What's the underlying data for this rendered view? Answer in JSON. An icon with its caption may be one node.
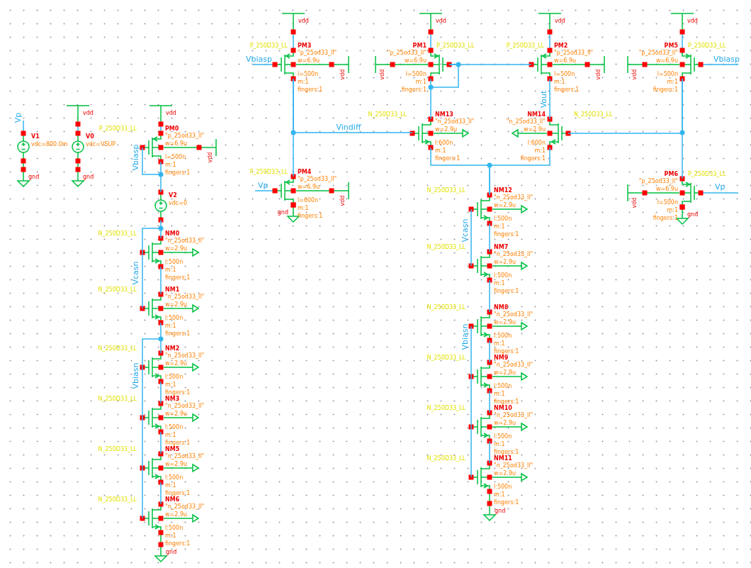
{
  "diagram": {
    "nodes": [
      {
        "text": [],
        "shape": "circle",
        "beside": [
          "V1",
          "vdc=800.0m"
        ]
      },
      {
        "text": [],
        "shape": "circle",
        "beside": [
          "V0",
          "vdc=VSUP"
        ]
      },
      {
        "text": [],
        "shape": "transistor",
        "beside": [
          "P_250D33_LL",
          "PM0",
          "\"p_25od33_ll\"",
          "w=6.9u",
          "l=500n",
          "m:1",
          "fingers:1"
        ]
      },
      {
        "text": [],
        "shape": "circle",
        "beside": [
          "V2",
          "vdc=0"
        ]
      },
      {
        "text": [],
        "shape": "transistor",
        "beside": [
          "N_250D33_LL",
          "NM0",
          "\"n_25od33_ll\"",
          "w=2.9u",
          "l:500n",
          "m:1",
          "fingers:1"
        ]
      },
      {
        "text": [],
        "shape": "transistor",
        "beside": [
          "N_250D33_LL",
          "NM1",
          "\"n_25od33_ll\"",
          "w=2.9u",
          "l:500n",
          "m:1",
          "fingers:1"
        ]
      },
      {
        "text": [],
        "shape": "transistor",
        "beside": [
          "N_250D33_LL",
          "NM2",
          "\"n_25od33_ll\"",
          "w=2.9u",
          "l:500n",
          "m:1",
          "fingers:1"
        ]
      },
      {
        "text": [],
        "shape": "transistor",
        "beside": [
          "N_250D33_LL",
          "NM3",
          "\"n_25od33_ll\"",
          "w=2.9u",
          "l:500n",
          "m:1",
          "fingers:1"
        ]
      },
      {
        "text": [],
        "shape": "transistor",
        "beside": [
          "N_250D33_LL",
          "NM5",
          "\"n_25od33_ll\"",
          "w=2.9u",
          "l:500n",
          "m:1",
          "fingers:1"
        ]
      },
      {
        "text": [],
        "shape": "transistor",
        "beside": [
          "N_250D33_LL",
          "NM6",
          "\"n_25od33_ll\"",
          "w=2.9u",
          "l:500n",
          "m:1",
          "fingers:1"
        ]
      },
      {
        "text": [],
        "shape": "transistor",
        "beside": [
          "P_250D33_LL",
          "PM3",
          "\"p_25od33_ll\"",
          "w=6.9u",
          "l=500n",
          "m:1",
          "fingers:1"
        ]
      },
      {
        "text": [],
        "shape": "transistor",
        "beside": [
          "P_250D33_LL",
          "PM1",
          "\"p_25od33_ll\"",
          "w=6.9u",
          "l=500n",
          "m:1",
          "fingers:1"
        ]
      },
      {
        "text": [],
        "shape": "transistor",
        "beside": [
          "P_250D33_LL",
          "PM2",
          "\"p_25od33_ll\"",
          "w=6.9u",
          "l=500n",
          "m:1",
          "fingers:1"
        ]
      },
      {
        "text": [],
        "shape": "transistor",
        "beside": [
          "P_250D33_LL",
          "PM5",
          "\"p_25od33_ll\"",
          "w=6.9u",
          "l=500n",
          "m:1",
          "fingers:1"
        ]
      },
      {
        "text": [],
        "shape": "transistor",
        "beside": [
          "N_250D33_LL",
          "NM13",
          "\"n_25od33_ll\"",
          "w=2.9u",
          "l:600n",
          "m:1",
          "fingers:1"
        ]
      },
      {
        "text": [],
        "shape": "transistor",
        "beside": [
          "N_250D33_LL",
          "NM14",
          "\"n_25od33_ll\"",
          "w=2.9u",
          "l:600n",
          "m:1",
          "fingers:1"
        ]
      },
      {
        "text": [],
        "shape": "transistor",
        "beside": [
          "P_250D33_LL",
          "PM4",
          "\"p_25od33_ll\"",
          "w=6.9u",
          "l=600n",
          "m:1",
          "fingers:1"
        ]
      },
      {
        "text": [],
        "shape": "transistor",
        "beside": [
          "P_250D33_LL",
          "PM6",
          "\"p_25od33_ll\"",
          "w=6.9u",
          "l=500n",
          "m:1",
          "fingers:1"
        ]
      },
      {
        "text": [],
        "shape": "transistor",
        "beside": [
          "N_250D33_LL",
          "NM12",
          "\"n_25od33_ll\"",
          "w=2.9u",
          "l:500n",
          "m:1",
          "fingers:1"
        ]
      },
      {
        "text": [],
        "shape": "transistor",
        "beside": [
          "N_250D33_LL",
          "NM7",
          "\"n_25od33_ll\"",
          "w=2.9u",
          "l:500n",
          "m:1",
          "fingers:1"
        ]
      },
      {
        "text": [],
        "shape": "transistor",
        "beside": [
          "N_250D33_LL",
          "NM8",
          "\"n_25od33_ll\"",
          "w=2.9u",
          "l:500n",
          "m:1",
          "fingers:1"
        ]
      },
      {
        "text": [],
        "shape": "transistor",
        "beside": [
          "N_250D33_LL",
          "NM9",
          "\"n_25od33_ll\"",
          "w=2.9u",
          "l:500n",
          "m:1",
          "fingers:1"
        ]
      },
      {
        "text": [],
        "shape": "transistor",
        "beside": [
          "N_250D33_LL",
          "NM10",
          "\"n_25od33_ll\"",
          "w=2.9u",
          "l:500n",
          "m:1",
          "fingers:1"
        ]
      },
      {
        "text": [],
        "shape": "transistor",
        "beside": [
          "N_250D33_LL",
          "NM11",
          "\"n_25od33_ll\"",
          "w=2.9u",
          "l:500n",
          "m:1",
          "fingers:1"
        ]
      }
    ],
    "edges": [
      {
        "from": 2,
        "to": 3,
        "arrow": "none"
      },
      {
        "from": 3,
        "to": 4,
        "arrow": "none"
      },
      {
        "from": 4,
        "to": 5,
        "arrow": "none"
      },
      {
        "from": 4,
        "to": 5,
        "arrow": "none"
      },
      {
        "from": 5,
        "to": 6,
        "arrow": "none"
      },
      {
        "from": 6,
        "to": 7,
        "arrow": "none"
      },
      {
        "from": 6,
        "to": 7,
        "arrow": "none"
      },
      {
        "from": 7,
        "to": 8,
        "arrow": "none"
      },
      {
        "from": 7,
        "to": 8,
        "arrow": "none"
      },
      {
        "from": 8,
        "to": 9,
        "arrow": "none"
      },
      {
        "from": 8,
        "to": 9,
        "arrow": "none"
      },
      {
        "from": 10,
        "to": 16,
        "arrow": "none"
      },
      {
        "from": 10,
        "to": 14,
        "arrow": "none"
      },
      {
        "from": 11,
        "to": 14,
        "arrow": "none"
      },
      {
        "from": 11,
        "to": 12,
        "arrow": "none"
      },
      {
        "from": 12,
        "to": 15,
        "arrow": "none"
      },
      {
        "from": 13,
        "to": 17,
        "arrow": "none"
      },
      {
        "from": 13,
        "to": 15,
        "arrow": "none"
      },
      {
        "from": 14,
        "to": 18,
        "arrow": "none"
      },
      {
        "from": 15,
        "to": 18,
        "arrow": "none"
      },
      {
        "from": 18,
        "to": 19,
        "arrow": "none"
      },
      {
        "from": 18,
        "to": 19,
        "arrow": "none"
      },
      {
        "from": 19,
        "to": 20,
        "arrow": "none"
      },
      {
        "from": 20,
        "to": 21,
        "arrow": "none"
      },
      {
        "from": 20,
        "to": 21,
        "arrow": "none"
      },
      {
        "from": 21,
        "to": 22,
        "arrow": "none"
      },
      {
        "from": 21,
        "to": 22,
        "arrow": "none"
      },
      {
        "from": 22,
        "to": 23,
        "arrow": "none"
      },
      {
        "from": 22,
        "to": 23,
        "arrow": "none"
      }
    ],
    "labels": [
      "vdd",
      "vdd",
      "vdd",
      "vdd",
      "Vbiasp",
      "Vbiasp",
      "vdd",
      "vdd",
      "vdd",
      "vdd",
      "Vout",
      "vdd",
      "vdd",
      "Vp",
      "Vindiff",
      "Vbiasp",
      "vdd",
      "gnd",
      "gnd",
      "Vp",
      "Vp",
      "vdd",
      "vdd",
      "gnd",
      "gnd",
      "Vcasn",
      "Vcasn",
      "Vbiasn",
      "Vbiasn",
      "gnd",
      "gnd"
    ]
  }
}
